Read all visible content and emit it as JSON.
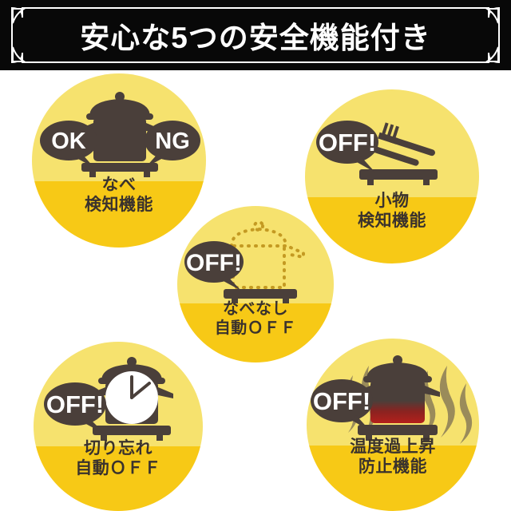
{
  "header": {
    "title": "安心な5つの安全機能付き",
    "background_color": "#080808",
    "text_color": "#ffffff",
    "border_color": "#ffffff"
  },
  "theme": {
    "circle_top_color": "#F6E26E",
    "circle_bottom_color": "#F7C916",
    "icon_color": "#4A3F3A",
    "bubble_color": "#4A3F3A",
    "bubble_text_color": "#ffffff",
    "caption_color": "#3A322D",
    "heat_color": "#9A8B5A",
    "overheat_color": "#B4201C",
    "page_background": "#ffffff"
  },
  "features": [
    {
      "id": "pot-detection",
      "caption_lines": [
        "なべ",
        "検知機能"
      ],
      "badges": [
        "OK",
        "NG"
      ],
      "icon": "pot-on-cooktop-icon"
    },
    {
      "id": "small-item-detection",
      "caption_lines": [
        "小物",
        "検知機能"
      ],
      "badges": [
        "OFF!"
      ],
      "icon": "spoon-fork-on-cooktop-icon"
    },
    {
      "id": "no-pot-auto-off",
      "caption_lines": [
        "なべなし",
        "自動ＯＦＦ"
      ],
      "badges": [
        "OFF!"
      ],
      "icon": "dotted-pot-outline-icon"
    },
    {
      "id": "forgot-to-turn-off-auto-off",
      "caption_lines": [
        "切り忘れ",
        "自動ＯＦＦ"
      ],
      "badges": [
        "OFF!"
      ],
      "icon": "pot-with-clock-icon"
    },
    {
      "id": "overheat-prevention",
      "caption_lines": [
        "温度過上昇",
        "防止機能"
      ],
      "badges": [
        "OFF!"
      ],
      "icon": "overheating-pot-with-steam-icon"
    }
  ]
}
